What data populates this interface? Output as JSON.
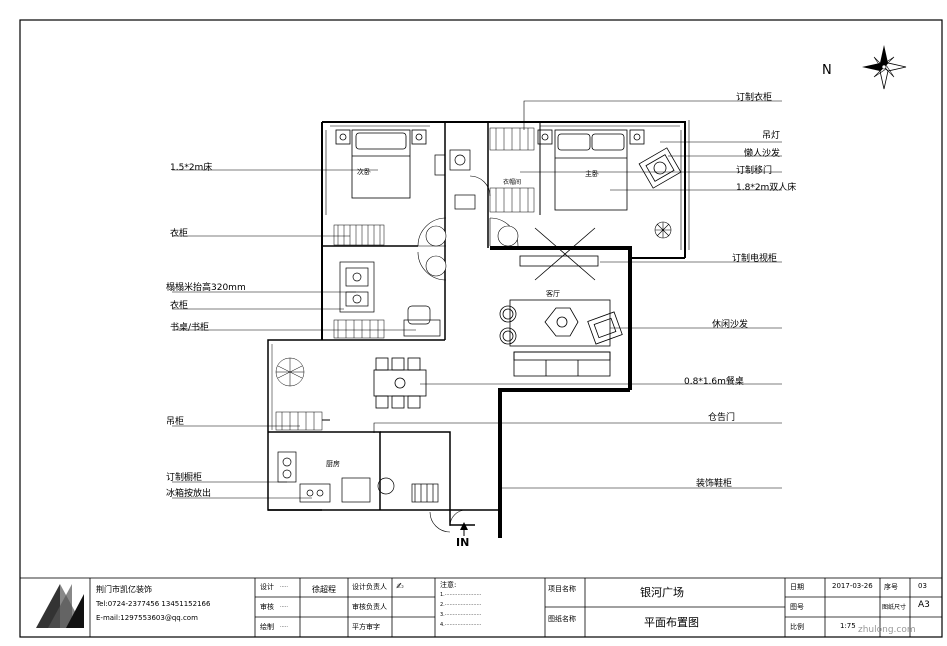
{
  "compass": {
    "north_label": "N"
  },
  "plan": {
    "room_labels": {
      "second_bedroom": "次卧",
      "master_bedroom": "主卧",
      "living_room": "客厅",
      "kitchen": "厨房",
      "walk_in_closet": "衣帽间"
    },
    "entrance_label": "IN"
  },
  "callouts": {
    "left": [
      {
        "key": "bed_small",
        "label": "1.5*2m床"
      },
      {
        "key": "wardrobe1",
        "label": "衣柜"
      },
      {
        "key": "tatami",
        "label": "榻榻米抬高320mm"
      },
      {
        "key": "wardrobe2",
        "label": "衣柜"
      },
      {
        "key": "desk",
        "label": "书桌/书柜"
      },
      {
        "key": "hanging_cabinet",
        "label": "吊柜"
      },
      {
        "key": "custom_cabinet",
        "label": "订制橱柜"
      },
      {
        "key": "fridge",
        "label": "冰箱按放出"
      }
    ],
    "right": [
      {
        "key": "custom_wardrobe",
        "label": "订制衣柜"
      },
      {
        "key": "pendant_lamp",
        "label": "吊灯"
      },
      {
        "key": "single_sofa",
        "label": "懒人沙发"
      },
      {
        "key": "custom_door",
        "label": "订制移门"
      },
      {
        "key": "double_bed",
        "label": "1.8*2m双人床"
      },
      {
        "key": "tv_cabinet",
        "label": "订制电视柜"
      },
      {
        "key": "leisure_sofa",
        "label": "休闲沙发"
      },
      {
        "key": "dining_table",
        "label": "0.8*1.6m餐桌"
      },
      {
        "key": "shoe_door",
        "label": "仓告门"
      },
      {
        "key": "decor_cabinet",
        "label": "装饰鞋柜"
      }
    ]
  },
  "title_block": {
    "company": "荆门市凯亿装饰",
    "tel": "Tel:0724-2377456  13451152166",
    "email": "E-mail:1297553603@qq.com",
    "design_label": "设计",
    "design_value": "·····",
    "check_label": "审核",
    "check_value": "·····",
    "draw_label": "绘制",
    "draw_value": "·····",
    "designer_name": "徐超程",
    "owner_label": "设计负责人",
    "review_label": "审核负责人",
    "approve_label": "平方审字",
    "notes_title": "注意:",
    "notes_lines": [
      "1.·······················",
      "2.·······················",
      "3.·······················",
      "4.·······················"
    ],
    "project_label": "项目名称",
    "project_name": "银河广场",
    "drawing_label": "图纸名称",
    "drawing_name": "平面布置图",
    "date_label": "日期",
    "date_value": "2017-03-26",
    "seq_label": "序号",
    "seq_value": "03",
    "no_label": "图号",
    "size_label": "图纸尺寸",
    "size_value": "A3",
    "scale_label": "比例",
    "scale_value": "1:75"
  },
  "watermark": "zhulong.com"
}
